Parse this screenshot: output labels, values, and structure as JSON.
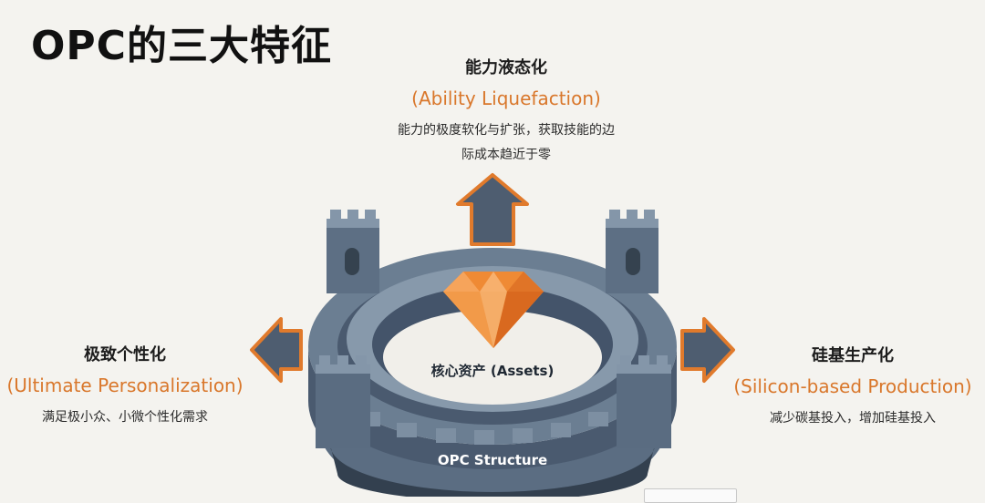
{
  "slide": {
    "title": "OPC的三大特征"
  },
  "features": {
    "top": {
      "title": "能力液态化",
      "english": "(Ability Liquefaction)",
      "desc_line1": "能力的极度软化与扩张，获取技能的边",
      "desc_line2": "际成本趋近于零"
    },
    "left": {
      "title": "极致个性化",
      "english": "(Ultimate Personalization)",
      "desc": "满足极小众、小微个性化需求"
    },
    "right": {
      "title": "硅基生产化",
      "english": "(Silicon-based Production)",
      "desc": "减少碳基投入，增加硅基投入"
    }
  },
  "diagram": {
    "core_label": "核心资产 (Assets)",
    "base_label": "OPC Structure",
    "colors": {
      "fortress": "#5f7286",
      "fortress_dark": "#43536a",
      "fortress_light": "#8799ab",
      "arrow_fill": "#4e5d70",
      "arrow_outline": "#e07a2c",
      "gem": "#ef8a34"
    }
  }
}
